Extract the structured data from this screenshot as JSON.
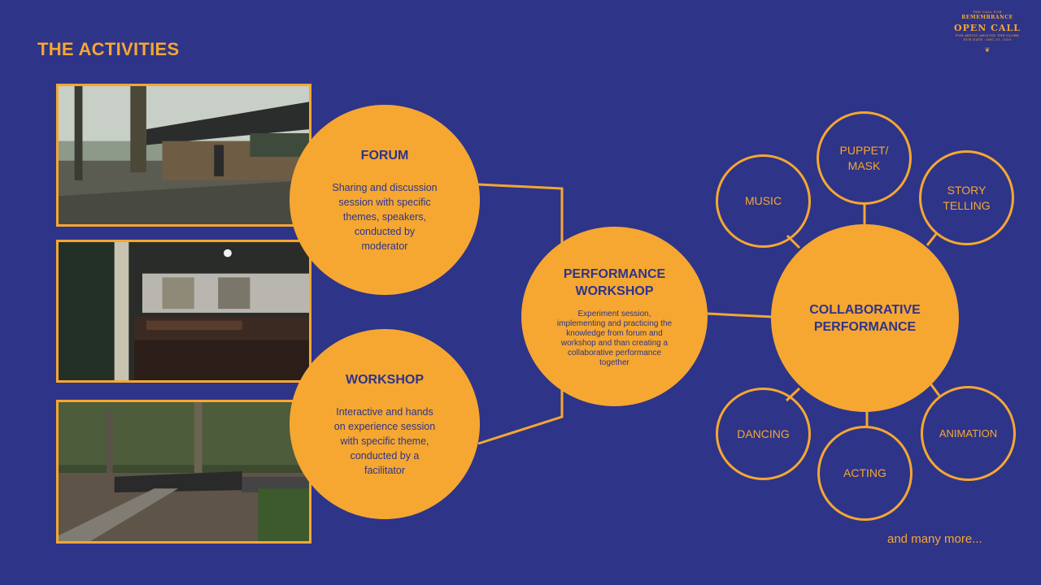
{
  "title": "THE ACTIVITIES",
  "logo": {
    "top_line": "THE CALL FOR",
    "word": "REMEMBRANCE",
    "main": "OPEN CALL",
    "sub1": "FOR ARTIST AROUND THE GLOBE",
    "sub2": "DUE DATE : DEC 31, 2020"
  },
  "forum": {
    "title": "FORUM",
    "description": "Sharing and discussion\nsession with specific\nthemes, speakers,\nconducted  by\nmoderator"
  },
  "workshop": {
    "title": "WORKSHOP",
    "description": "Interactive and hands\non experience session\nwith specific theme,\nconducted by a\nfacilitator"
  },
  "performance_workshop": {
    "title": "PERFORMANCE\nWORKSHOP",
    "description": "Experiment session,\nimplementing and practicing the\nknowledge from forum and\nworkshop and than creating a\ncollaborative performance\ntogether"
  },
  "collaborative": {
    "title": "COLLABORATIVE\nPERFORMANCE"
  },
  "satellites": {
    "music": "MUSIC",
    "puppet": "PUPPET/\nMASK",
    "story": "STORY\nTELLING",
    "dancing": "DANCING",
    "acting": "ACTING",
    "animation": "ANIMATION"
  },
  "footer_note": "and many more...",
  "colors": {
    "background": "#2e3488",
    "accent": "#f5a732"
  }
}
